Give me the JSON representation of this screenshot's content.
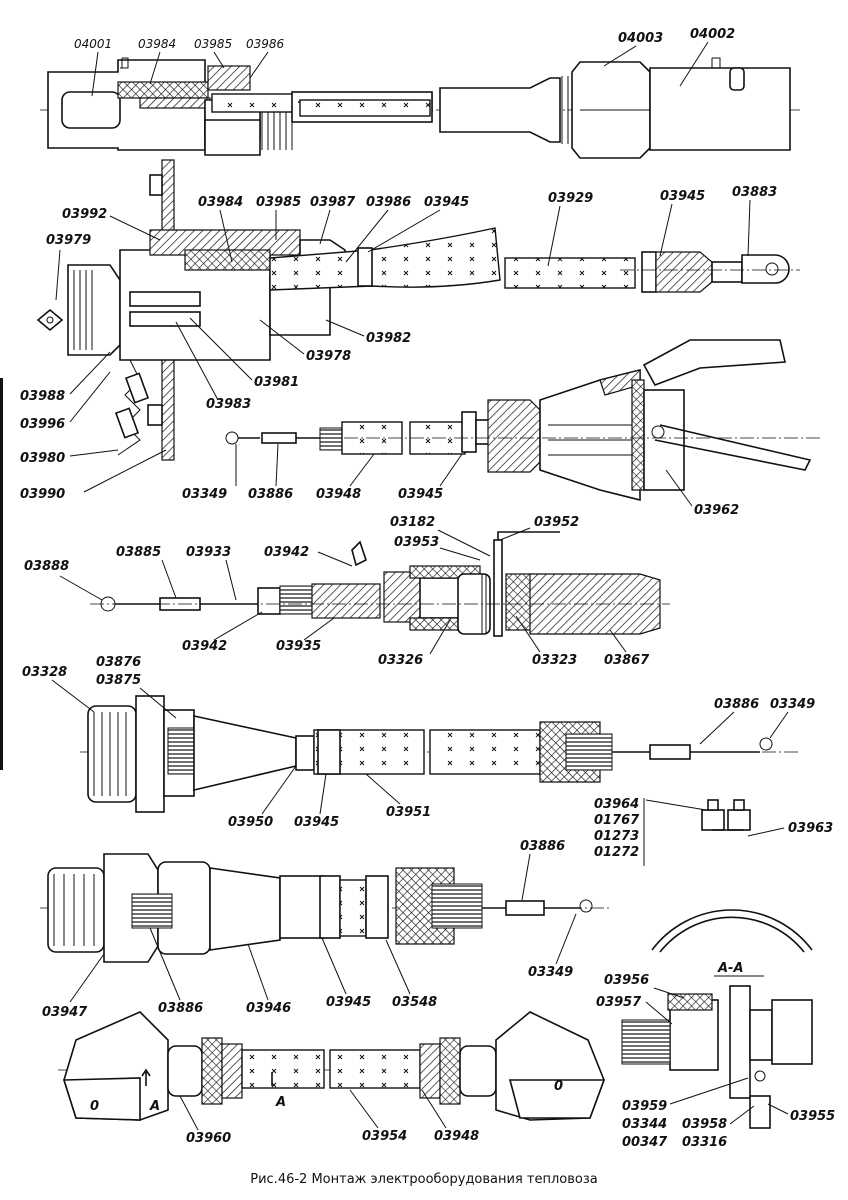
{
  "caption": "Рис.46-2 Монтаж электрооборудования тепловоза",
  "labels": {
    "r1": [
      "04001",
      "03984",
      "03985",
      "03986",
      "04003",
      "04002"
    ],
    "r2": [
      "03992",
      "03979",
      "03984",
      "03985",
      "03987",
      "03986",
      "03945",
      "03929",
      "03945",
      "03883",
      "03982",
      "03978",
      "03981",
      "03983",
      "03988",
      "03996",
      "03980",
      "03990"
    ],
    "r3": [
      "03349",
      "03886",
      "03948",
      "03945",
      "03962"
    ],
    "r4": [
      "03182",
      "03952",
      "03953",
      "03942",
      "03888",
      "03885",
      "03933",
      "03942",
      "03935",
      "03326",
      "03323",
      "03867"
    ],
    "r5": [
      "03328",
      "03876",
      "03875",
      "03886",
      "03349",
      "03950",
      "03945",
      "03951"
    ],
    "r6": [
      "03964",
      "01767",
      "01273",
      "01272",
      "03963"
    ],
    "r7": [
      "03886",
      "03349",
      "03947",
      "03886",
      "03946",
      "03945",
      "03548"
    ],
    "r8": [
      "03956",
      "03957",
      "A-A",
      "03959",
      "03344",
      "00347",
      "03958",
      "03316",
      "03955"
    ],
    "r9": [
      "0",
      "A",
      "03960",
      "A",
      "03954",
      "03948",
      "0"
    ]
  }
}
